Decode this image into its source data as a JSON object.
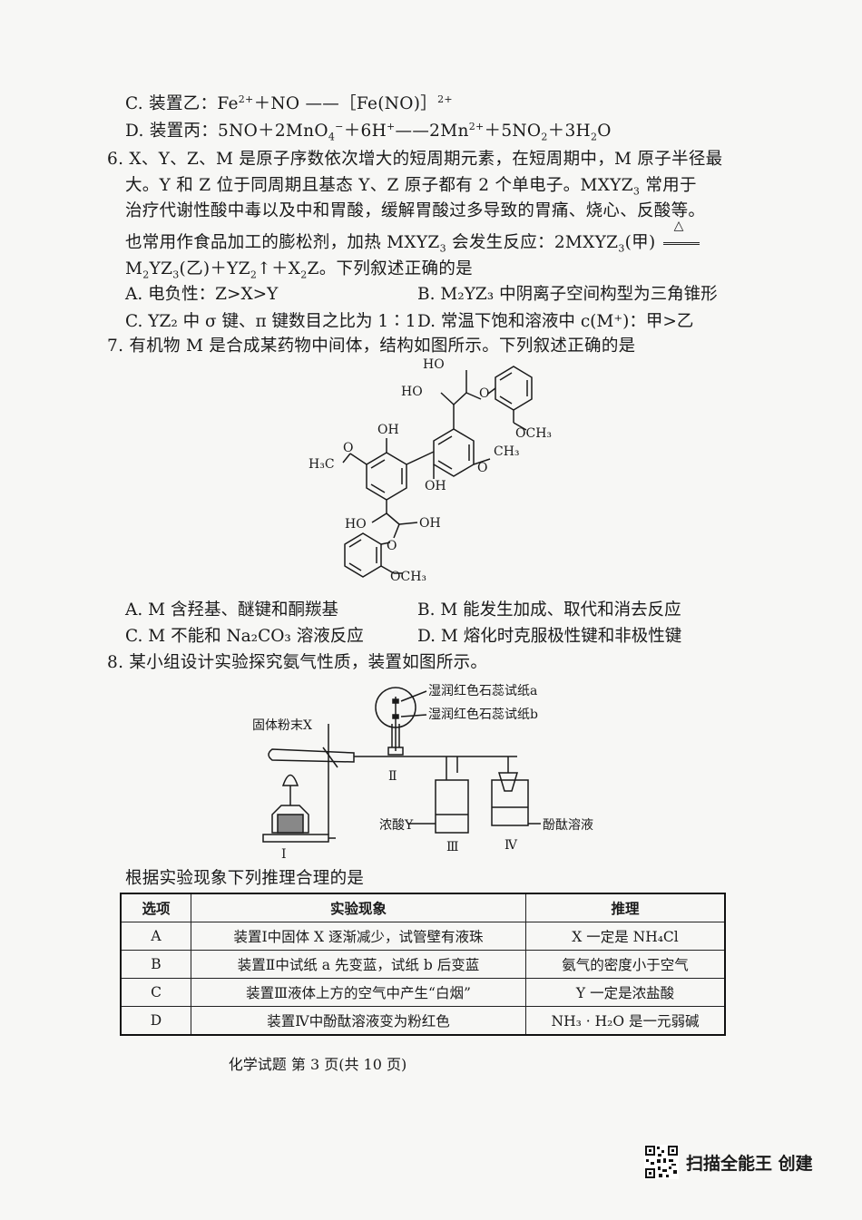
{
  "q5": {
    "c_prefix": "C. 装置乙：Fe",
    "c_rest": "＋NO ——［Fe(NO)］",
    "d": "D. 装置丙：5NO＋2MnO",
    "d_mid": "＋6H",
    "d_end": "——2Mn",
    "d_tail": "＋5NO",
    "d_last": "＋3H",
    "d_o": "O"
  },
  "q6": {
    "line1": "6. X、Y、Z、M 是原子序数依次增大的短周期元素，在短周期中，M 原子半径最",
    "line2": "大。Y 和 Z 位于同周期且基态 Y、Z 原子都有 2 个单电子。MXYZ",
    "line2b": " 常用于",
    "line3": "治疗代谢性酸中毒以及中和胃酸，缓解胃酸过多导致的胃痛、烧心、反酸等。",
    "line4": "也常用作食品加工的膨松剂，加热 MXYZ",
    "line4b": " 会发生反应：2MXYZ",
    "line4c": "(甲)",
    "heat": "△",
    "line5a": "M",
    "line5b": "YZ",
    "line5c": "(乙)＋YZ",
    "line5d": "↑＋X",
    "line5e": "Z。下列叙述正确的是",
    "optA": "A. 电负性：Z>X>Y",
    "optB": "B. M₂YZ₃ 中阴离子空间构型为三角锥形",
    "optC": "C. YZ₂ 中 σ 键、π 键数目之比为 1∶1",
    "optD": "D. 常温下饱和溶液中 c(M⁺)：甲>乙"
  },
  "q7": {
    "stem": "7. 有机物 M 是合成某药物中间体，结构如图所示。下列叙述正确的是",
    "labels": [
      "HO",
      "HO",
      "O",
      "OCH₃",
      "OH",
      "H₃C",
      "O",
      "O",
      "CH₃",
      "OH",
      "HO",
      "OH",
      "O",
      "OCH₃"
    ],
    "optA": "A. M 含羟基、醚键和酮羰基",
    "optB": "B. M 能发生加成、取代和消去反应",
    "optC": "C. M 不能和 Na₂CO₃ 溶液反应",
    "optD": "D. M 熔化时克服极性键和非极性键"
  },
  "q8": {
    "stem": "8. 某小组设计实验探究氨气性质，装置如图所示。",
    "label_solid": "固体粉末X",
    "label_a": "湿润红色石蕊试纸a",
    "label_b": "湿润红色石蕊试纸b",
    "label_acid": "浓酸Y",
    "label_phenol": "酚酞溶液",
    "dev1": "Ⅰ",
    "dev2": "Ⅱ",
    "dev3": "Ⅲ",
    "dev4": "Ⅳ",
    "prompt": "根据实验现象下列推理合理的是",
    "table": {
      "headers": [
        "选项",
        "实验现象",
        "推理"
      ],
      "rows": [
        [
          "A",
          "装置Ⅰ中固体 X 逐渐减少，试管壁有液珠",
          "X 一定是 NH₄Cl"
        ],
        [
          "B",
          "装置Ⅱ中试纸 a 先变蓝，试纸 b 后变蓝",
          "氨气的密度小于空气"
        ],
        [
          "C",
          "装置Ⅲ液体上方的空气中产生“白烟”",
          "Y 一定是浓盐酸"
        ],
        [
          "D",
          "装置Ⅳ中酚酞溶液变为粉红色",
          "NH₃ · H₂O 是一元弱碱"
        ]
      ]
    }
  },
  "footer": "化学试题 第 3 页(共 10 页)",
  "watermark": "扫描全能王 创建"
}
